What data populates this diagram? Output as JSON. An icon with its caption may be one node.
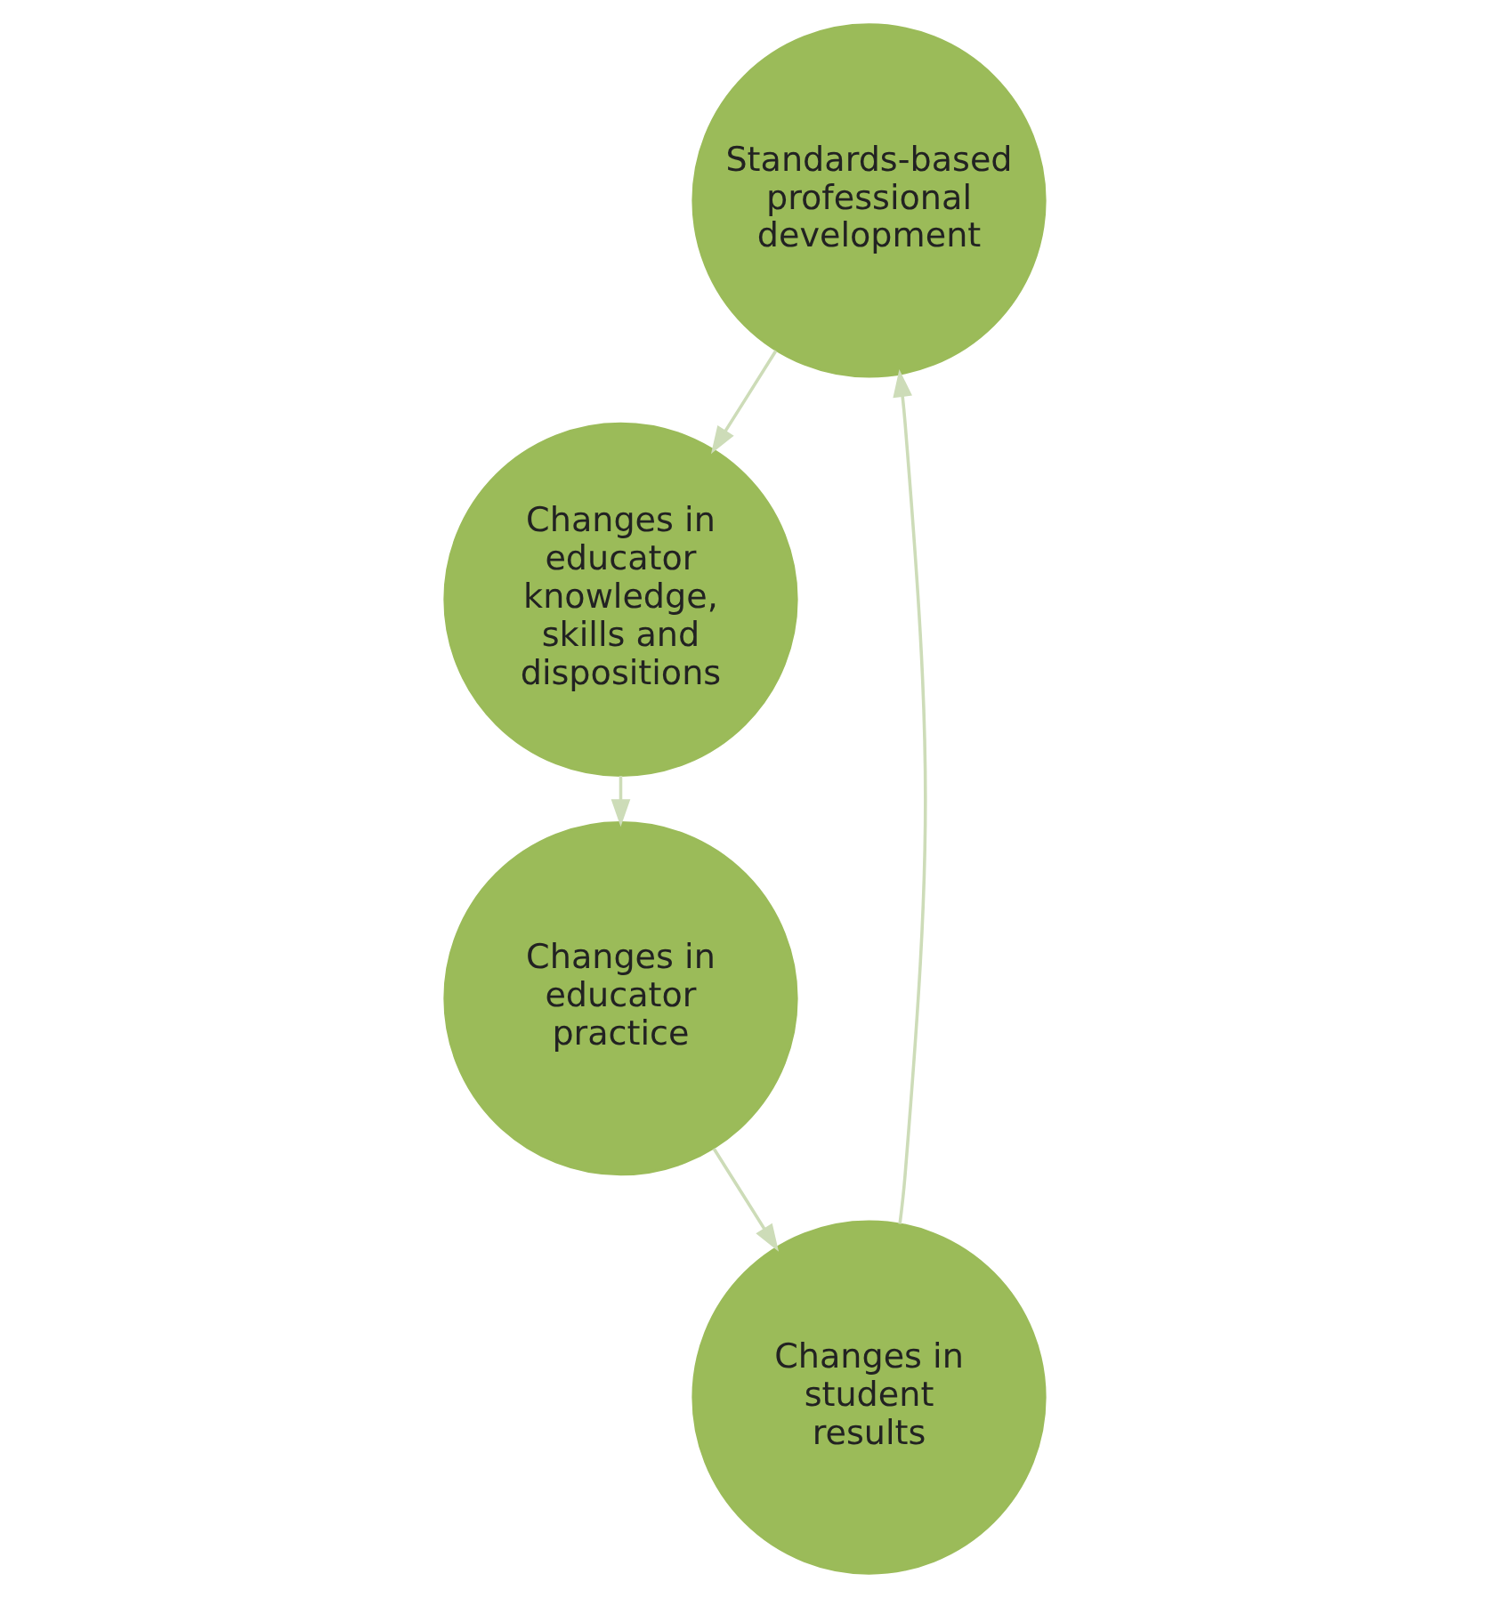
{
  "diagram": {
    "nodes": [
      {
        "text": [
          "Standards-based professional development"
        ]
      },
      {
        "text": [
          "Changes in educator knowledge, skills and dispositions"
        ]
      },
      {
        "text": [
          "Changes in educator practice"
        ]
      },
      {
        "text": [
          "Changes in student results"
        ]
      }
    ],
    "edges": [
      {
        "from": 0,
        "to": 1,
        "arrow": "to"
      },
      {
        "from": 1,
        "to": 2,
        "arrow": "to"
      },
      {
        "from": 2,
        "to": 3,
        "arrow": "to"
      },
      {
        "from": 3,
        "to": 0,
        "arrow": "to"
      }
    ]
  }
}
